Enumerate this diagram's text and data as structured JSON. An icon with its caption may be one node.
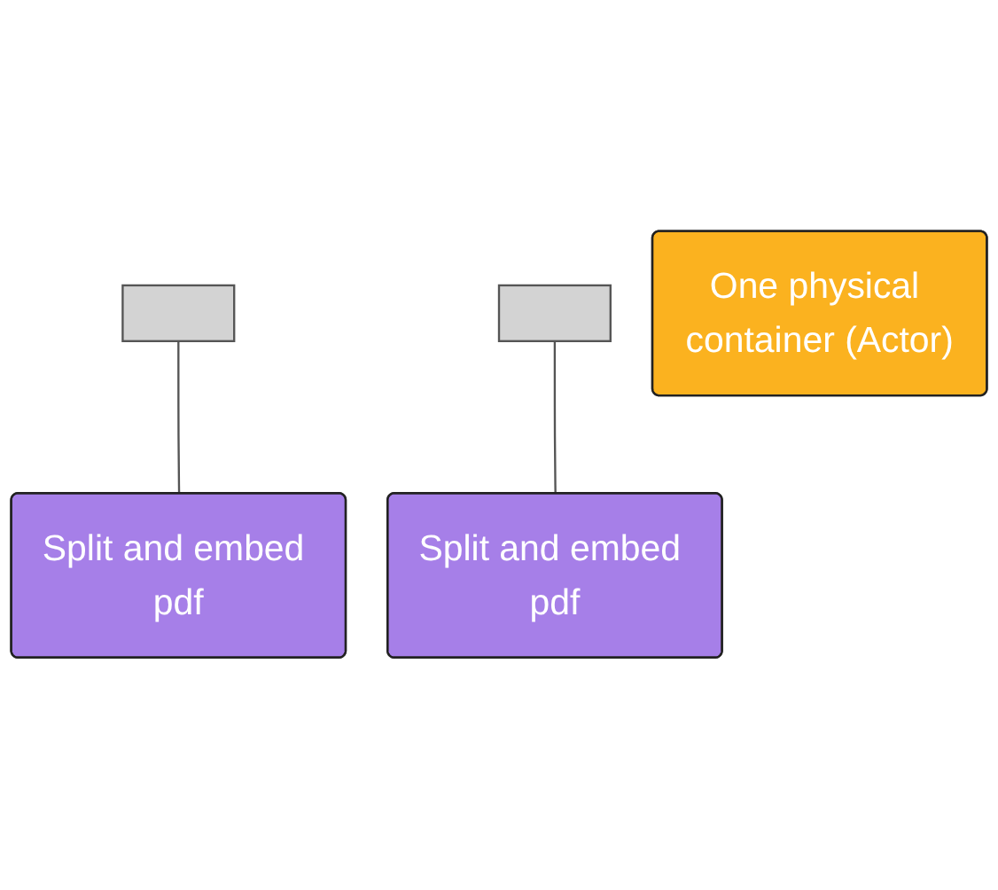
{
  "diagram": {
    "nodes": [
      {
        "text": [],
        "shape": "box"
      },
      {
        "text": [],
        "shape": "box"
      },
      {
        "text": [
          "Split and embed pdf"
        ]
      },
      {
        "text": [
          "Split and embed pdf"
        ]
      },
      {
        "text": [
          "One physical container (Actor)"
        ]
      }
    ],
    "edges": [
      {
        "from": 0,
        "to": 2,
        "arrow": "none"
      },
      {
        "from": 1,
        "to": 3,
        "arrow": "none"
      }
    ]
  }
}
